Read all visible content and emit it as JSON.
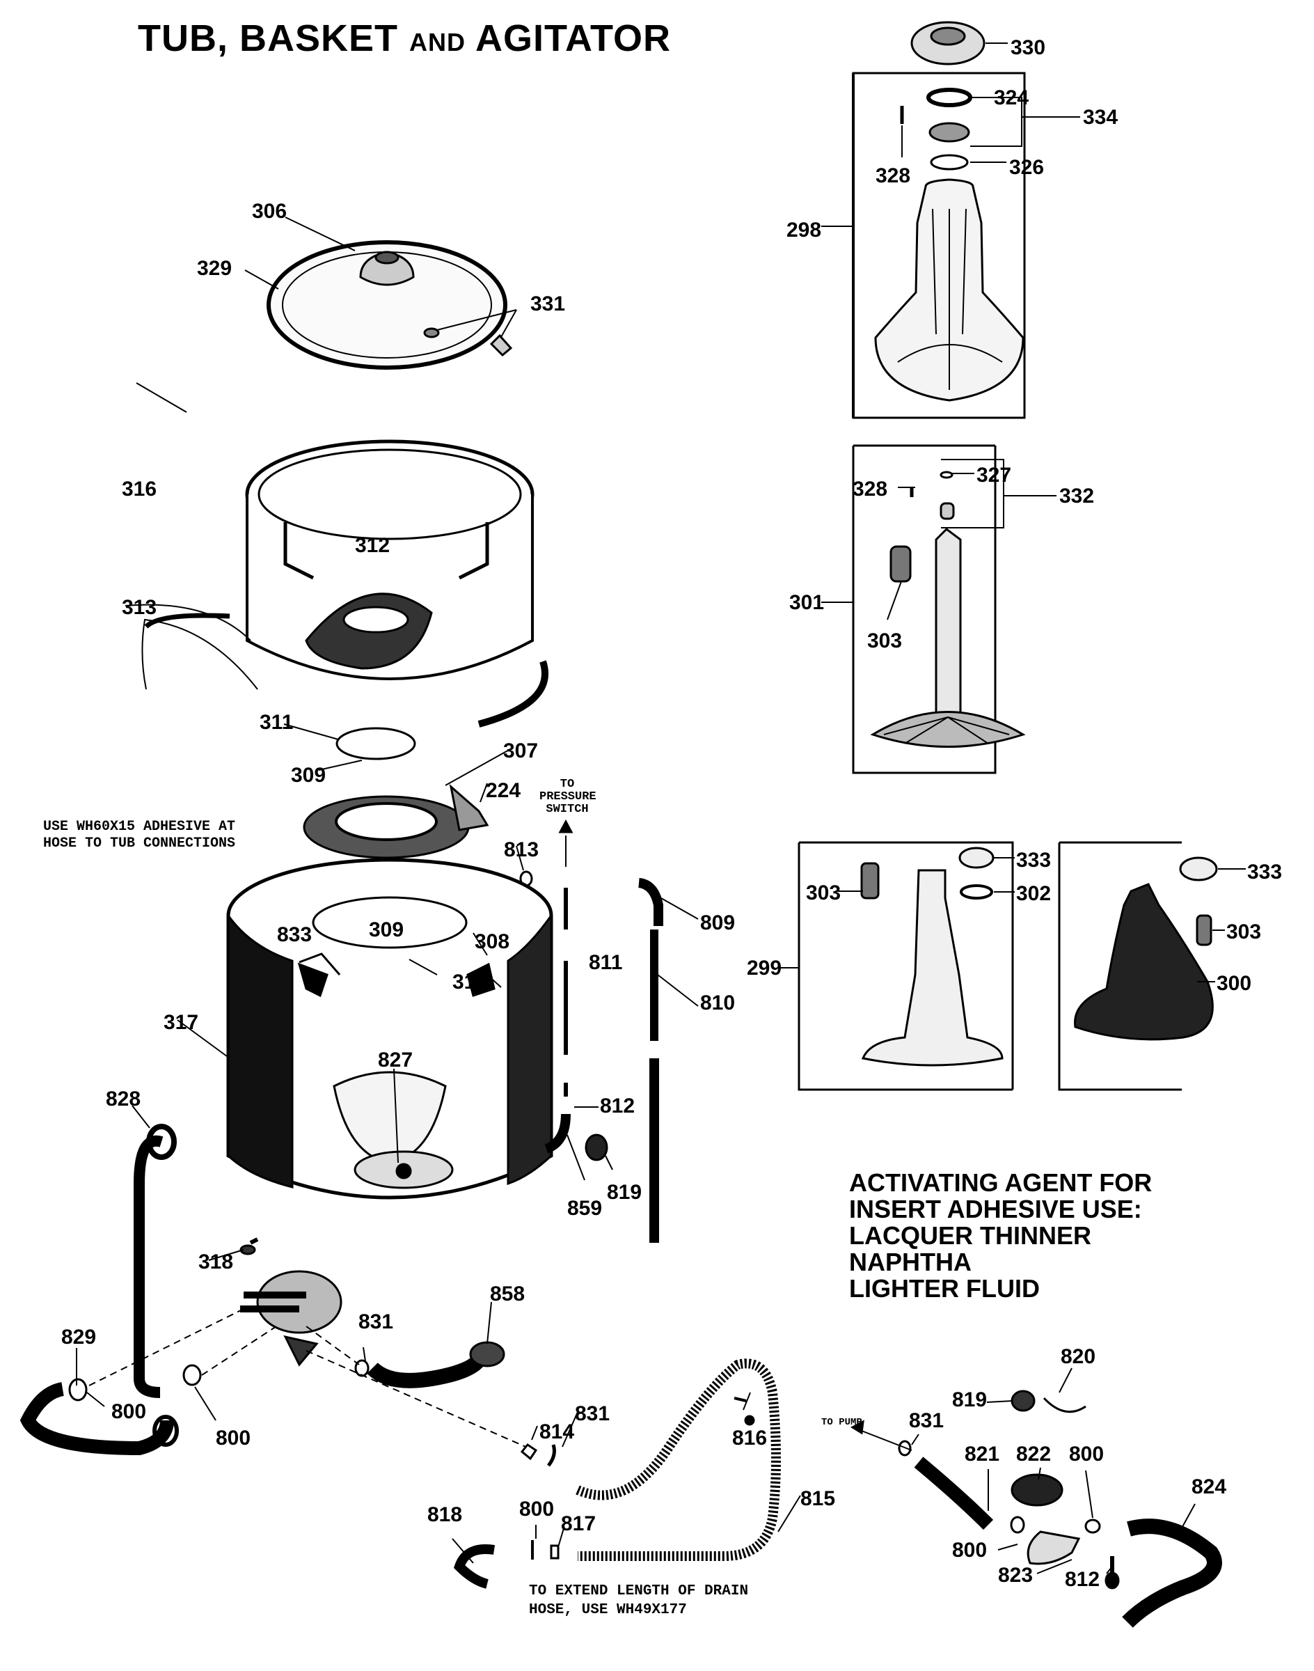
{
  "title": {
    "main": "TUB, BASKET",
    "and": "AND",
    "tail": "AGITATOR"
  },
  "notes": {
    "adhesive": "USE WH60X15 ADHESIVE AT\nHOSE TO TUB CONNECTIONS",
    "pressure": "TO\nPRESSURE\nSWITCH",
    "to_pump": "TO PUMP",
    "extend": "TO EXTEND LENGTH OF DRAIN\nHOSE, USE WH49X177"
  },
  "agent_box": {
    "lines": [
      "ACTIVATING AGENT FOR",
      "INSERT ADHESIVE USE:",
      "LACQUER THINNER",
      "NAPHTHA",
      "LIGHTER FLUID"
    ]
  },
  "labels": {
    "l330": "330",
    "l324": "324",
    "l334": "334",
    "l328a": "328",
    "l326": "326",
    "l298": "298",
    "l306": "306",
    "l329": "329",
    "l331": "331",
    "l327": "327",
    "l328b": "328",
    "l332": "332",
    "l301": "301",
    "l303a": "303",
    "l316": "316",
    "l312": "312",
    "l313": "313",
    "l311": "311",
    "l309a": "309",
    "l307": "307",
    "l224": "224",
    "l813": "813",
    "l809": "809",
    "l811": "811",
    "l810": "810",
    "l833": "833",
    "l309b": "309",
    "l308": "308",
    "l310": "310",
    "l317": "317",
    "l827": "827",
    "l812a": "812",
    "l819a": "819",
    "l859": "859",
    "l828": "828",
    "l303b": "303",
    "l333a": "333",
    "l302": "302",
    "l299": "299",
    "l333b": "333",
    "l303c": "303",
    "l300": "300",
    "l318": "318",
    "l829": "829",
    "l800a": "800",
    "l800b": "800",
    "l831a": "831",
    "l858": "858",
    "l814": "814",
    "l831b": "831",
    "l816": "816",
    "l815": "815",
    "l818": "818",
    "l800c": "800",
    "l817": "817",
    "l820": "820",
    "l819b": "819",
    "l831c": "831",
    "l821": "821",
    "l822": "822",
    "l800d": "800",
    "l824": "824",
    "l800e": "800",
    "l823": "823",
    "l812b": "812"
  }
}
